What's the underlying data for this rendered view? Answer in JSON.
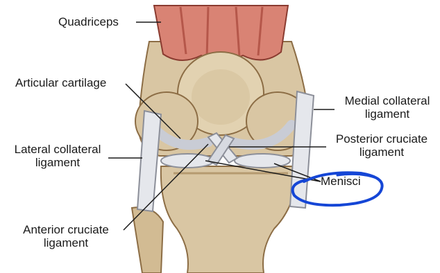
{
  "labels": {
    "quadriceps": "Quadriceps",
    "articular_cartilage": "Articular cartilage",
    "medial_collateral_line1": "Medial collateral",
    "medial_collateral_line2": "ligament",
    "lateral_collateral_line1": "Lateral collateral",
    "lateral_collateral_line2": "ligament",
    "posterior_cruciate_line1": "Posterior cruciate",
    "posterior_cruciate_line2": "ligament",
    "menisci": "Menisci",
    "anterior_cruciate_line1": "Anterior cruciate",
    "anterior_cruciate_line2": "ligament"
  },
  "colors": {
    "bone": "#d9c6a3",
    "bone_dark": "#b59a70",
    "bone_shadow": "#c7ad84",
    "muscle": "#d98374",
    "muscle_dark": "#b5574a",
    "ligament": "#e5e7ec",
    "ligament_shade": "#b9bdc7",
    "ink": "#1a1a1a",
    "annotation_blue": "#1546d6"
  }
}
